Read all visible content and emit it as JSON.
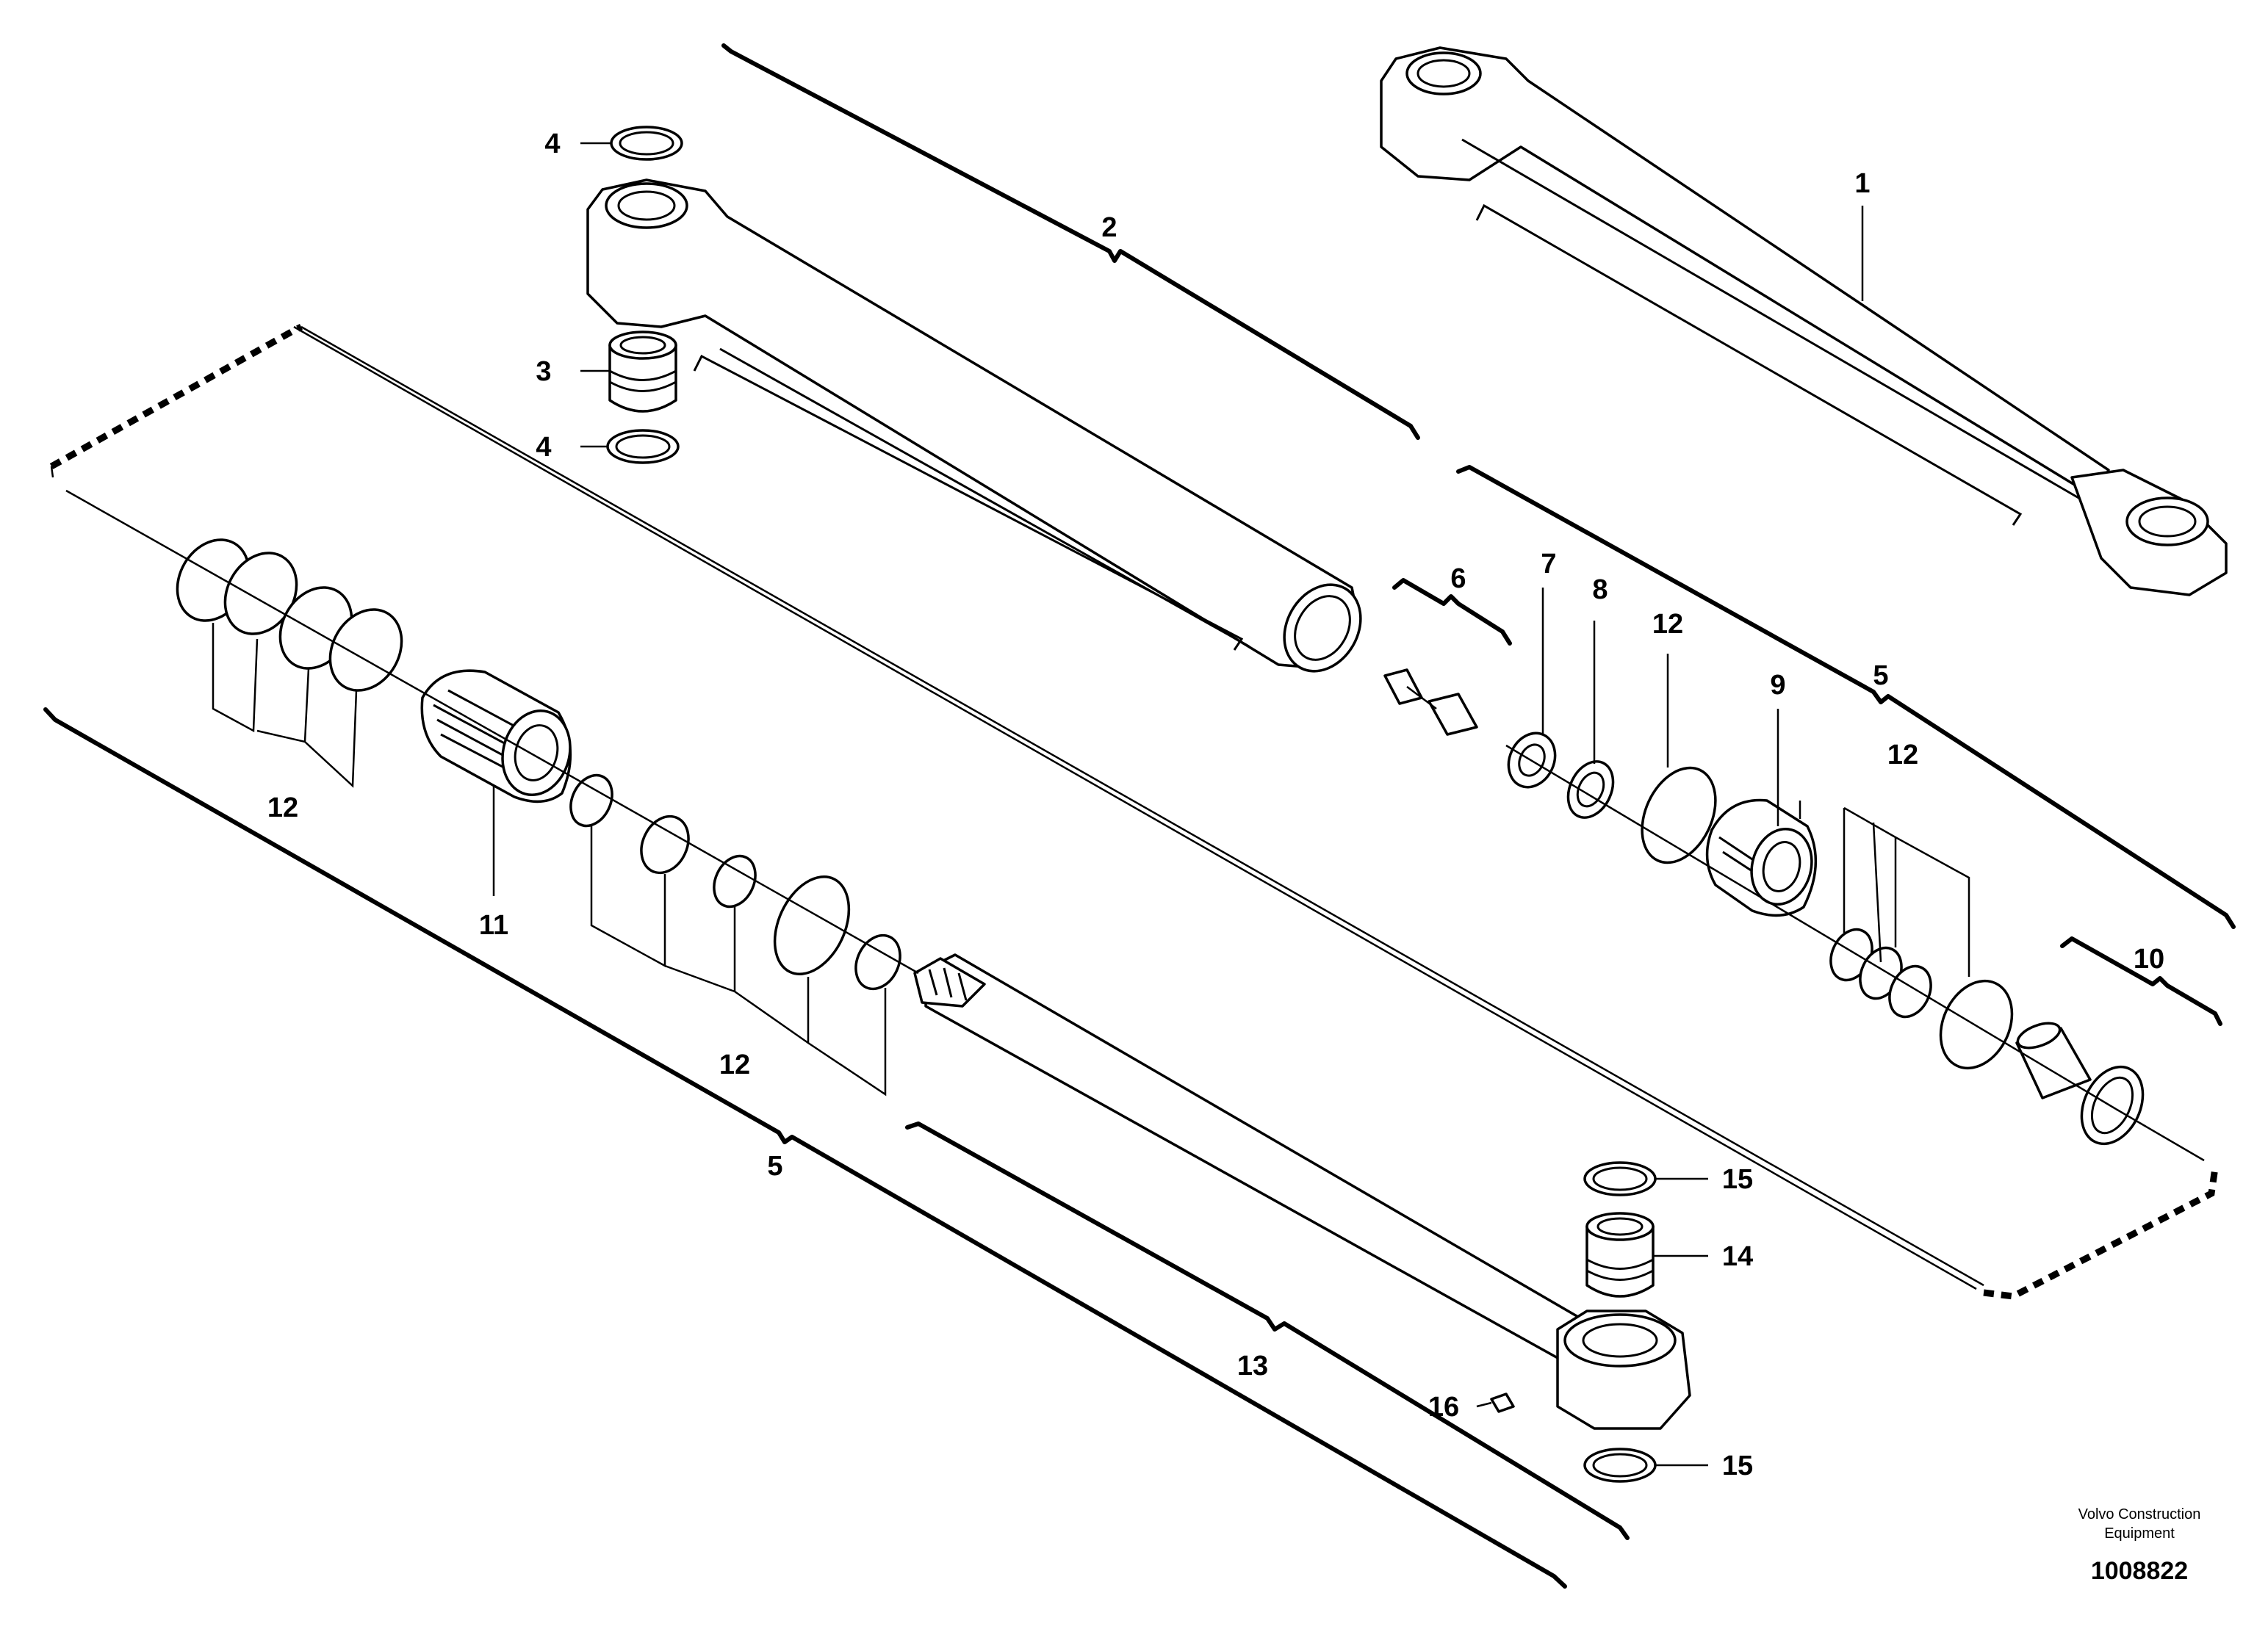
{
  "diagram": {
    "callouts": [
      {
        "id": "c1",
        "text": "1"
      },
      {
        "id": "c2",
        "text": "2"
      },
      {
        "id": "c3",
        "text": "3"
      },
      {
        "id": "c4a",
        "text": "4"
      },
      {
        "id": "c4b",
        "text": "4"
      },
      {
        "id": "c5a",
        "text": "5"
      },
      {
        "id": "c5b",
        "text": "5"
      },
      {
        "id": "c6",
        "text": "6"
      },
      {
        "id": "c7",
        "text": "7"
      },
      {
        "id": "c8",
        "text": "8"
      },
      {
        "id": "c9",
        "text": "9"
      },
      {
        "id": "c10",
        "text": "10"
      },
      {
        "id": "c11",
        "text": "11"
      },
      {
        "id": "c12a",
        "text": "12"
      },
      {
        "id": "c12b",
        "text": "12"
      },
      {
        "id": "c12c",
        "text": "12"
      },
      {
        "id": "c12d",
        "text": "12"
      },
      {
        "id": "c13",
        "text": "13"
      },
      {
        "id": "c14",
        "text": "14"
      },
      {
        "id": "c15a",
        "text": "15"
      },
      {
        "id": "c15b",
        "text": "15"
      },
      {
        "id": "c16",
        "text": "16"
      }
    ],
    "credit_line1": "Volvo Construction",
    "credit_line2": "Equipment",
    "document_number": "1008822"
  }
}
